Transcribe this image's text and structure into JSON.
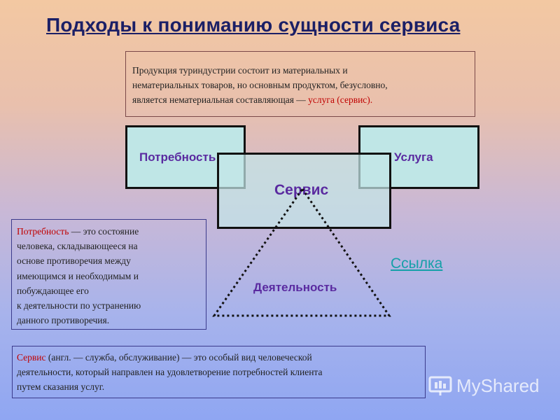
{
  "title": "Подходы к пониманию сущности сервиса",
  "intro": {
    "lines": [
      "Продукция туриндустрии состоит из материальных и",
      "нематериальных  товаров, но основным продуктом, безусловно,",
      "является нематериальная  составляющая  —"
    ],
    "highlight": "услуга (сервис)."
  },
  "diagram": {
    "need": "Потребность",
    "service_type": "Услуга",
    "service": "Сервис",
    "activity": "Деятельность"
  },
  "need_definition": {
    "term": "Потребность",
    "first_line_rest": " — это состояние",
    "lines": [
      "человека, складывающееся на",
      "основе противоречия между",
      "имеющимся  и необходимым и",
      "побуждающее его",
      "к деятельности по устранению",
      "данного противоречия."
    ]
  },
  "service_definition": {
    "term": "Сервис",
    "first_line_rest": " (англ. — служба, обслуживание) — это особый вид человеческой",
    "lines": [
      "деятельности, который направлен на удовлетворение потребностей клиента",
      "путем сказания  услуг."
    ]
  },
  "link_label": "Ссылка",
  "watermark": "MyShared",
  "colors": {
    "title": "#1b1f66",
    "label": "#5a2aa0",
    "highlight": "#c00000",
    "link": "#16a0a8",
    "box_fill": "#bfe6e6"
  }
}
